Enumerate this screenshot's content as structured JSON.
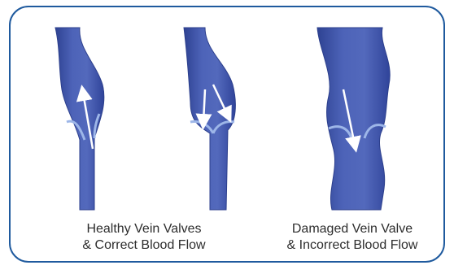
{
  "colors": {
    "frame": "#1f5a9e",
    "vein_fill": "#4a60b4",
    "vein_dark": "#2e4292",
    "valve": "#8aa7e0",
    "arrow": "#ffffff"
  },
  "illustrations": [
    {
      "name": "healthy-vein-open-valve",
      "flow": "up"
    },
    {
      "name": "healthy-vein-closed-valve",
      "flow": "down-blocked"
    },
    {
      "name": "damaged-vein-valve",
      "flow": "down-leaking"
    }
  ],
  "captions": {
    "healthy": {
      "line1": "Healthy Vein Valves",
      "line2": "& Correct Blood Flow"
    },
    "damaged": {
      "line1": "Damaged Vein Valve",
      "line2": "& Incorrect Blood Flow"
    }
  }
}
